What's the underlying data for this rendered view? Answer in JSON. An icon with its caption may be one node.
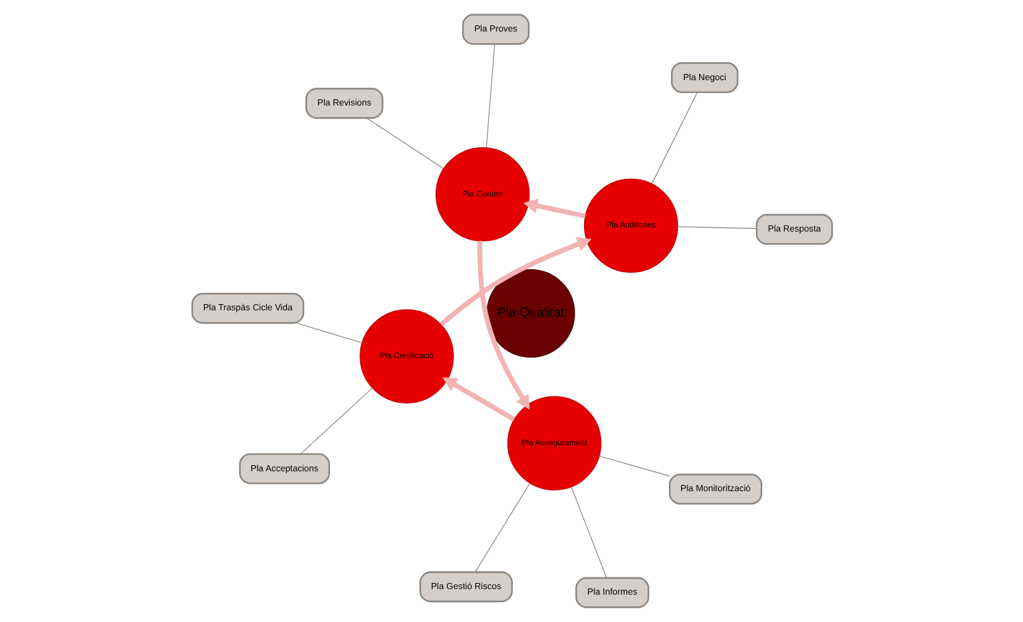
{
  "diagram": {
    "nodes": [
      {
        "text": [
          "Pla Qualitat"
        ]
      },
      {
        "text": [
          "Pla Control"
        ]
      },
      {
        "text": [
          "Pla Assegurament"
        ]
      },
      {
        "text": [
          "Pla Certificació"
        ]
      },
      {
        "text": [
          "Pla Auditories"
        ]
      },
      {
        "text": [
          "Pla Proves"
        ]
      },
      {
        "text": [
          "Pla Revisions"
        ]
      },
      {
        "text": [
          "Pla Monitorització"
        ]
      },
      {
        "text": [
          "Pla Gestió Riscos"
        ]
      },
      {
        "text": [
          "Pla Informes"
        ]
      },
      {
        "text": [
          "Pla Acceptacions"
        ]
      },
      {
        "text": [
          "Pla Traspàs Cicle Vida"
        ]
      },
      {
        "text": [
          "Pla Resposta"
        ]
      },
      {
        "text": [
          "Pla Negoci"
        ]
      }
    ],
    "edges": [
      {
        "from": 4,
        "to": 1,
        "arrow": "to",
        "style": "thick",
        "color": "#f2b3b3"
      },
      {
        "from": 1,
        "to": 2,
        "arrow": "to",
        "style": "thick",
        "color": "#f2b3b3"
      },
      {
        "from": 2,
        "to": 3,
        "arrow": "to",
        "style": "thick",
        "color": "#f2b3b3"
      },
      {
        "from": 3,
        "to": 4,
        "arrow": "to",
        "style": "thick",
        "color": "#f2b3b3"
      },
      {
        "from": 1,
        "to": 5,
        "arrow": "none"
      },
      {
        "from": 1,
        "to": 6,
        "arrow": "none"
      },
      {
        "from": 2,
        "to": 7,
        "arrow": "none"
      },
      {
        "from": 2,
        "to": 8,
        "arrow": "none"
      },
      {
        "from": 2,
        "to": 9,
        "arrow": "none"
      },
      {
        "from": 3,
        "to": 10,
        "arrow": "none"
      },
      {
        "from": 3,
        "to": 11,
        "arrow": "none"
      },
      {
        "from": 4,
        "to": 12,
        "arrow": "none"
      },
      {
        "from": 4,
        "to": 13,
        "arrow": "none"
      }
    ]
  }
}
